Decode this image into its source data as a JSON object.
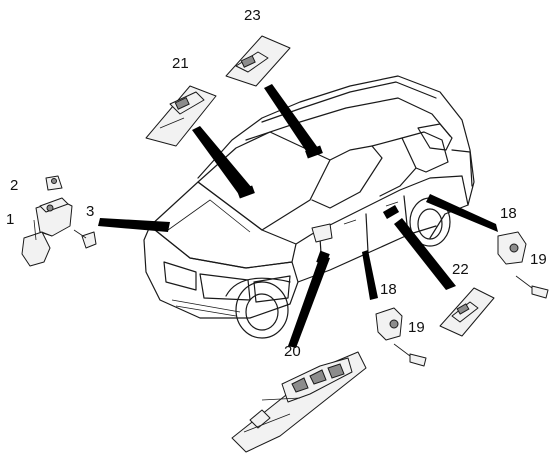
{
  "diagram": {
    "callouts": [
      {
        "id": "c1",
        "label": "1"
      },
      {
        "id": "c2",
        "label": "2"
      },
      {
        "id": "c3",
        "label": "3"
      },
      {
        "id": "c18a",
        "label": "18"
      },
      {
        "id": "c18b",
        "label": "18"
      },
      {
        "id": "c19a",
        "label": "19"
      },
      {
        "id": "c19b",
        "label": "19"
      },
      {
        "id": "c20",
        "label": "20"
      },
      {
        "id": "c21",
        "label": "21"
      },
      {
        "id": "c22",
        "label": "22"
      },
      {
        "id": "c23",
        "label": "23"
      }
    ]
  }
}
